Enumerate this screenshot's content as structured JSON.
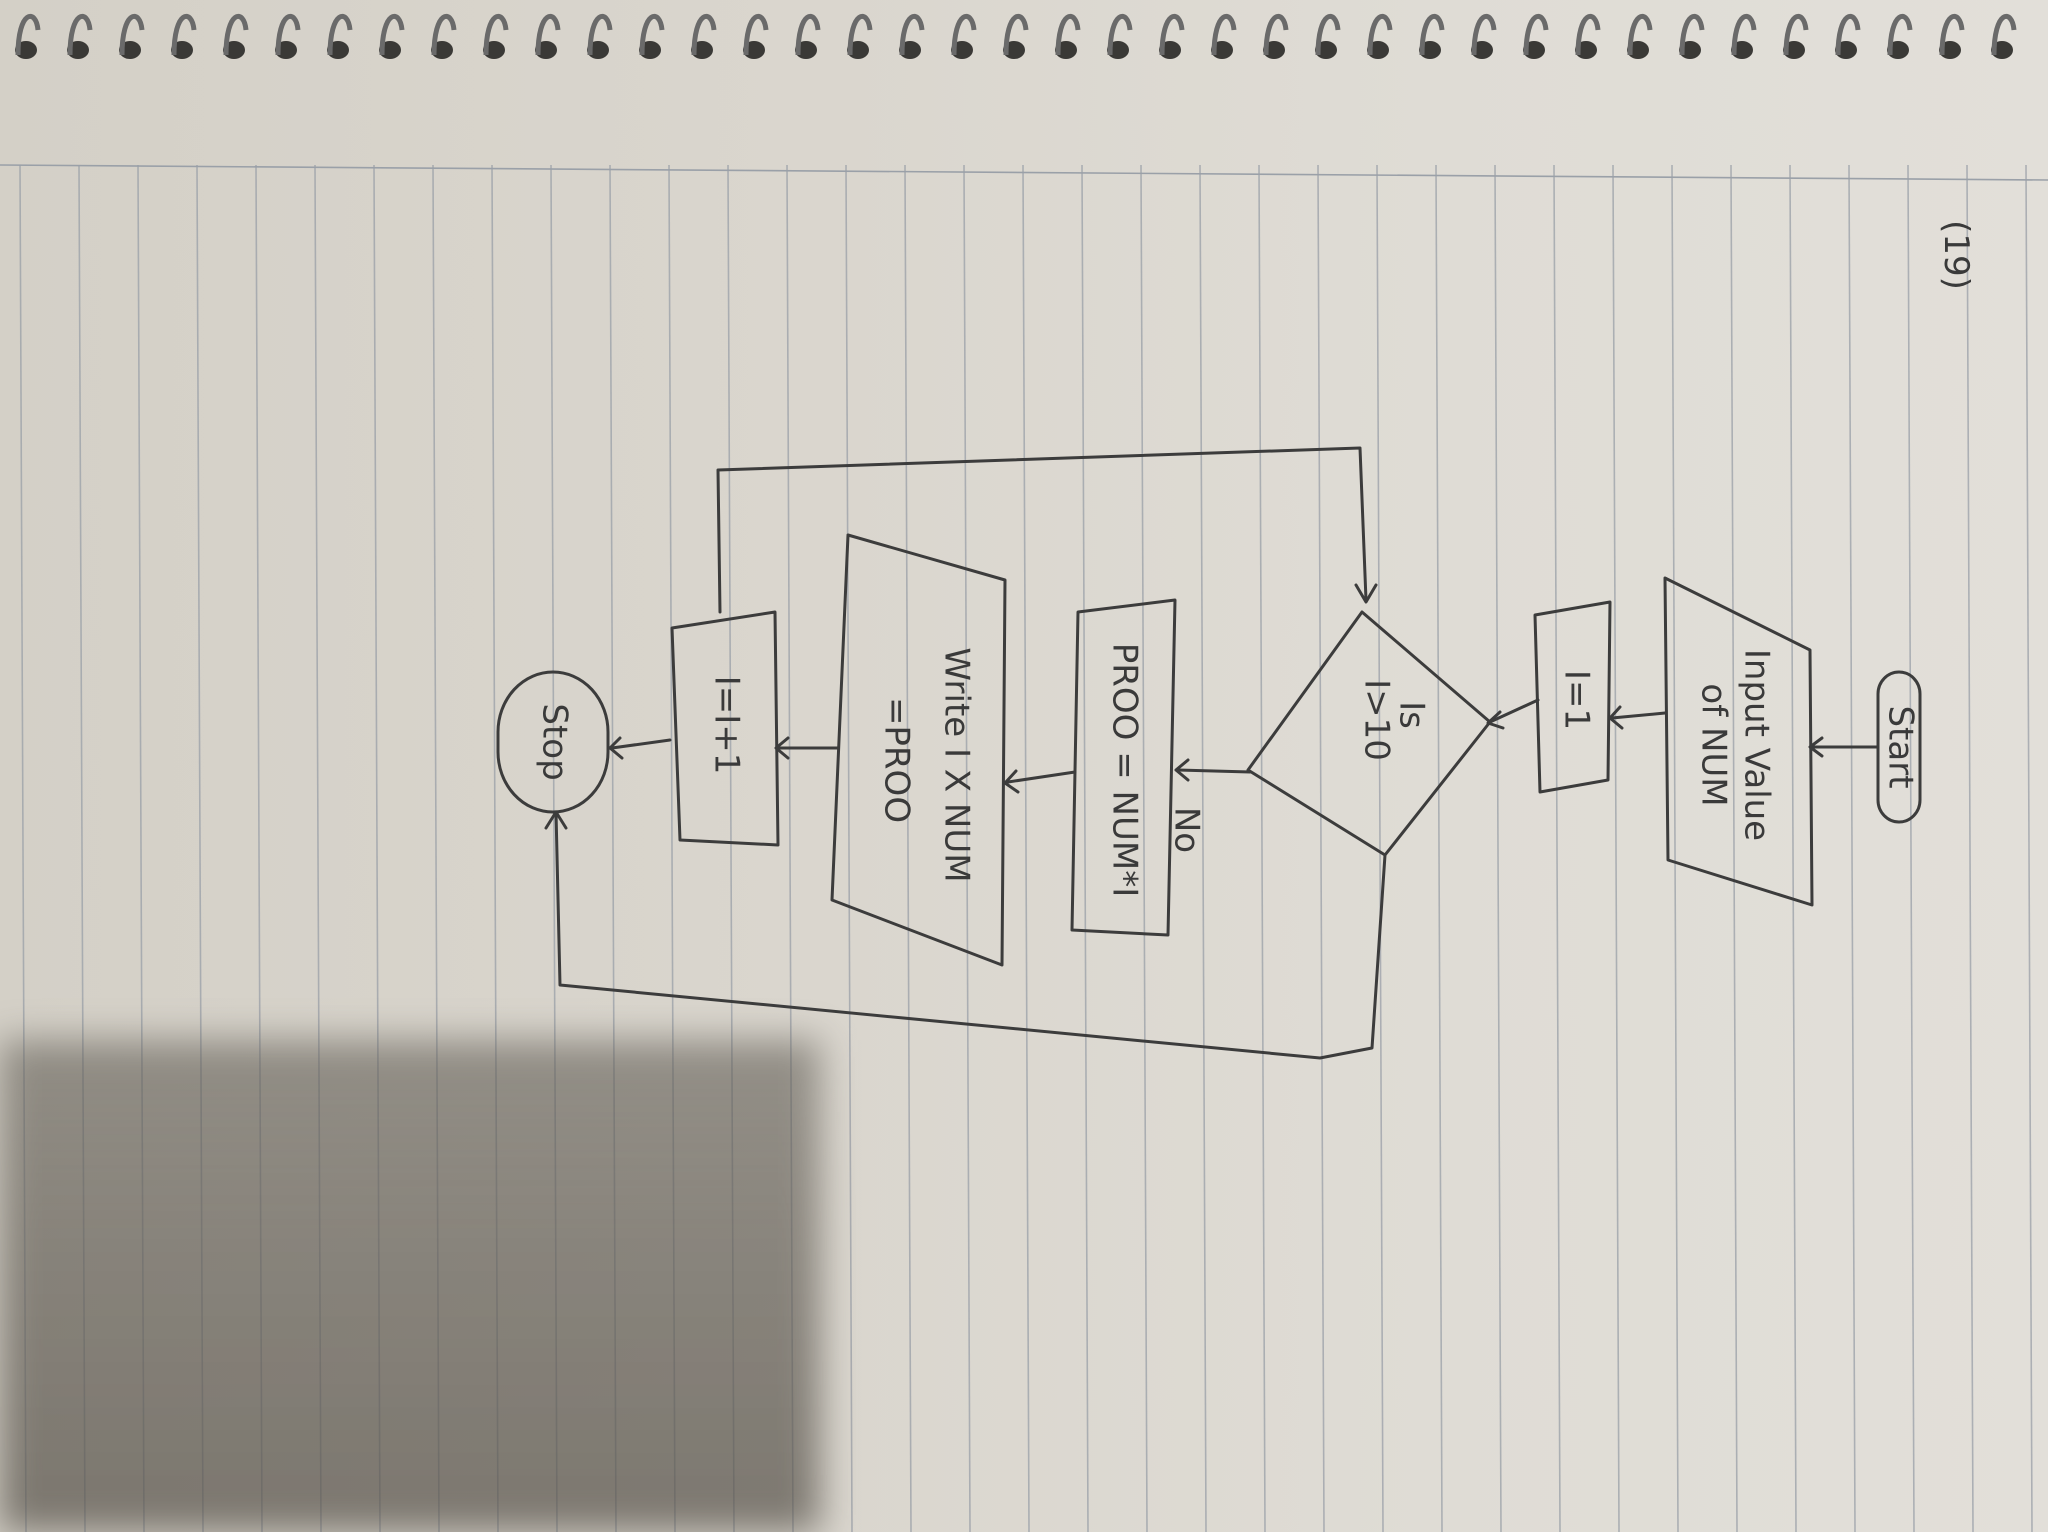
{
  "page_number": "(19)",
  "flowchart": {
    "start": "Start",
    "input": [
      "Input Value",
      "of NUM"
    ],
    "init": "I=1",
    "decision": [
      "Is",
      "I>10"
    ],
    "no_label": "No",
    "process": "PROO = NUM*I",
    "output": [
      "Write I X NUM",
      "=PROO"
    ],
    "increment": "I=I+1",
    "stop": "Stop"
  },
  "colors": {
    "paper": "#dcd8d0",
    "ink": "#3c3c3c",
    "rule_line": "#9aa0a8",
    "spiral": "#6a6a6a"
  }
}
